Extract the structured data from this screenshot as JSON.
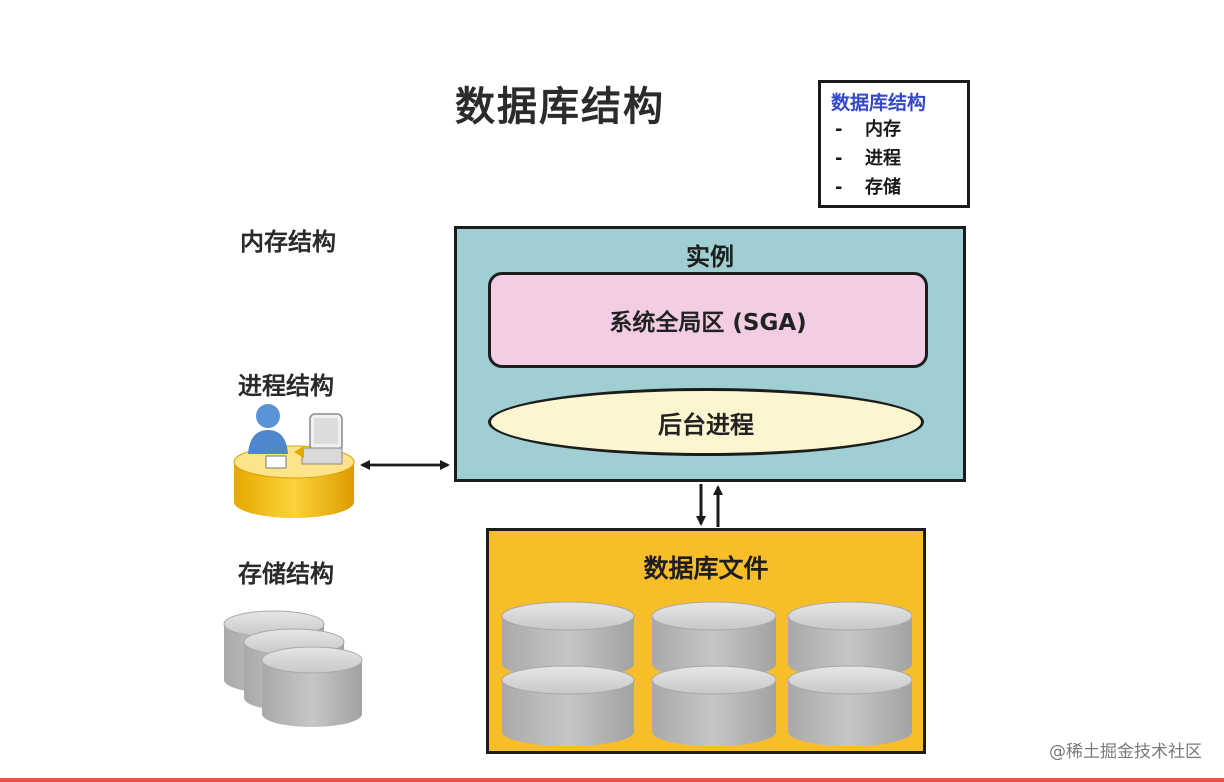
{
  "title": "数据库结构",
  "legend": {
    "title": "数据库结构",
    "items": [
      {
        "dash": "-",
        "label": "内存"
      },
      {
        "dash": "-",
        "label": "进程"
      },
      {
        "dash": "-",
        "label": "存储"
      }
    ]
  },
  "side_labels": {
    "memory": "内存结构",
    "process": "进程结构",
    "storage": "存储结构"
  },
  "instance": {
    "title": "实例",
    "sga": "系统全局区 (SGA)",
    "background_process": "后台进程"
  },
  "db_files": {
    "title": "数据库文件"
  },
  "watermark": "@稀土掘金技术社区",
  "colors": {
    "instance_fill": "#9fcfd3",
    "sga_fill": "#f2cde4",
    "bg_process_fill": "#fbf6cf",
    "db_files_fill": "#f8be2a",
    "legend_title": "#3448c8",
    "disk_gray": "#bcbcbc"
  }
}
